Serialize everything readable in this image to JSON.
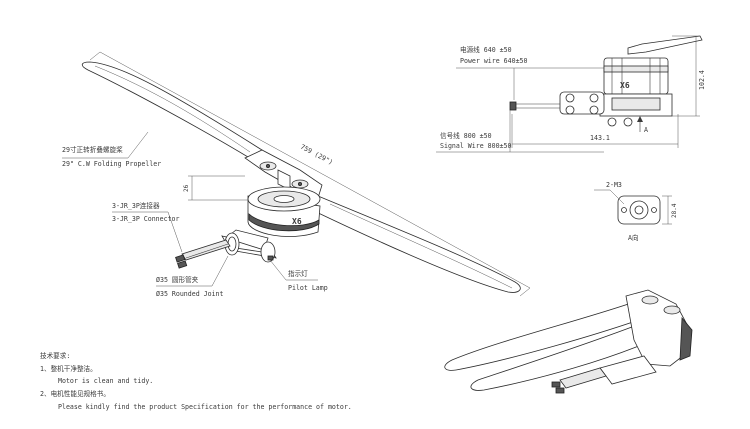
{
  "propeller": {
    "name_cn": "29寸正转折叠螺旋桨",
    "name_en": "29\" C.W Folding Propeller",
    "length": "759 (29\")"
  },
  "connector": {
    "name_cn": "3-JR_3P连接器",
    "name_en": "3-JR_3P Connector"
  },
  "joint": {
    "name_cn": "Ø35 圆形管夹",
    "name_en": "Ø35 Rounded Joint"
  },
  "pilot_lamp": {
    "name_cn": "指示灯",
    "name_en": "Pilot Lamp"
  },
  "hub_height": "26",
  "power_wire": {
    "label_cn": "电源线 640 ±50",
    "label_en": "Power wire 640±50"
  },
  "signal_wire": {
    "label_cn": "信号线 800 ±50",
    "label_en": "Signal Wire 800±50"
  },
  "side_view": {
    "width": "143.1",
    "height": "102.4",
    "view_mark": "A"
  },
  "bottom_view": {
    "holes": "2-M3",
    "spacing": "28.4",
    "caption": "A向"
  },
  "notes": {
    "heading": "技术要求:",
    "items": [
      {
        "cn": "1、整机干净整洁。",
        "en": "Motor is clean and tidy."
      },
      {
        "cn": "2、电机性能见规格书。",
        "en": "Please kindly find the product Specification for the performance of motor."
      }
    ]
  },
  "logo": "X6"
}
